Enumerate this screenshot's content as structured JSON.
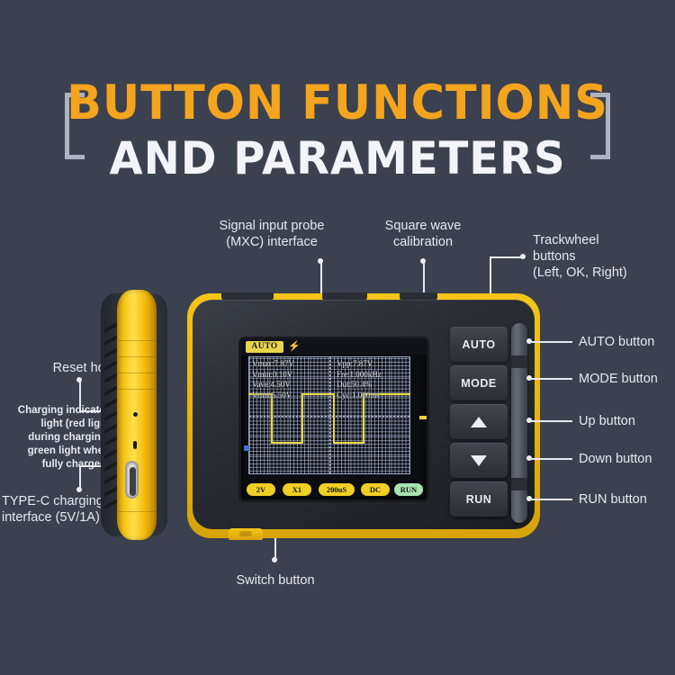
{
  "title": {
    "line1": "BUTTON FUNCTIONS",
    "line2": "AND PARAMETERS",
    "accent_color": "#f5a41e",
    "text_color": "#f2f4f7"
  },
  "background_color": "#3b414e",
  "annotations": {
    "top": [
      {
        "id": "signal-input-probe",
        "text": "Signal input probe\n(MXC) interface"
      },
      {
        "id": "square-wave-calibration",
        "text": "Square wave\ncalibration"
      },
      {
        "id": "trackwheel-buttons",
        "text": "Trackwheel\nbuttons\n(Left, OK, Right)"
      }
    ],
    "left": [
      {
        "id": "reset-hole",
        "text": "Reset hole"
      },
      {
        "id": "charging-indicator",
        "text": "Charging indicator\nlight (red light\nduring charging,\ngreen light when\nfully charged)"
      },
      {
        "id": "type-c-charging",
        "text": "TYPE-C charging\ninterface (5V/1A)"
      }
    ],
    "right": [
      {
        "id": "auto-button-label",
        "text": "AUTO button"
      },
      {
        "id": "mode-button-label",
        "text": "MODE button"
      },
      {
        "id": "up-button-label",
        "text": "Up button"
      },
      {
        "id": "down-button-label",
        "text": "Down button"
      },
      {
        "id": "run-button-label",
        "text": "RUN button"
      }
    ],
    "bottom": [
      {
        "id": "switch-button",
        "text": "Switch button"
      }
    ]
  },
  "device": {
    "buttons": [
      {
        "id": "auto",
        "label": "AUTO"
      },
      {
        "id": "mode",
        "label": "MODE"
      },
      {
        "id": "up",
        "label": "▲"
      },
      {
        "id": "down",
        "label": "▼"
      },
      {
        "id": "run",
        "label": "RUN"
      }
    ],
    "body_color": "#2a2d34",
    "bumper_color": "#f6c518"
  },
  "screen": {
    "mode_badge": "AUTO",
    "bolt_icon": "⚡",
    "measurements_left": [
      "Vmax:7.87V",
      "Vmin:0.10V",
      "Vave:4.50V",
      "Vrms:5.50V"
    ],
    "measurements_right": [
      "Vpp:7.87V",
      "Fre:1.000kHz",
      "Dut:50.4%",
      "Cyc:1.000ms"
    ],
    "status_bar": [
      {
        "id": "volts-div",
        "label": "2V",
        "color": "#f0cf24"
      },
      {
        "id": "probe-atten",
        "label": "X1",
        "color": "#f0cf24"
      },
      {
        "id": "time-div",
        "label": "200uS",
        "color": "#f0cf24"
      },
      {
        "id": "coupling",
        "label": "DC",
        "color": "#f0cf24"
      },
      {
        "id": "run-state",
        "label": "RUN",
        "color": "#a8e3b0"
      }
    ],
    "waveform_color": "#e8d83a",
    "grid_color": "#9aa8cc"
  }
}
